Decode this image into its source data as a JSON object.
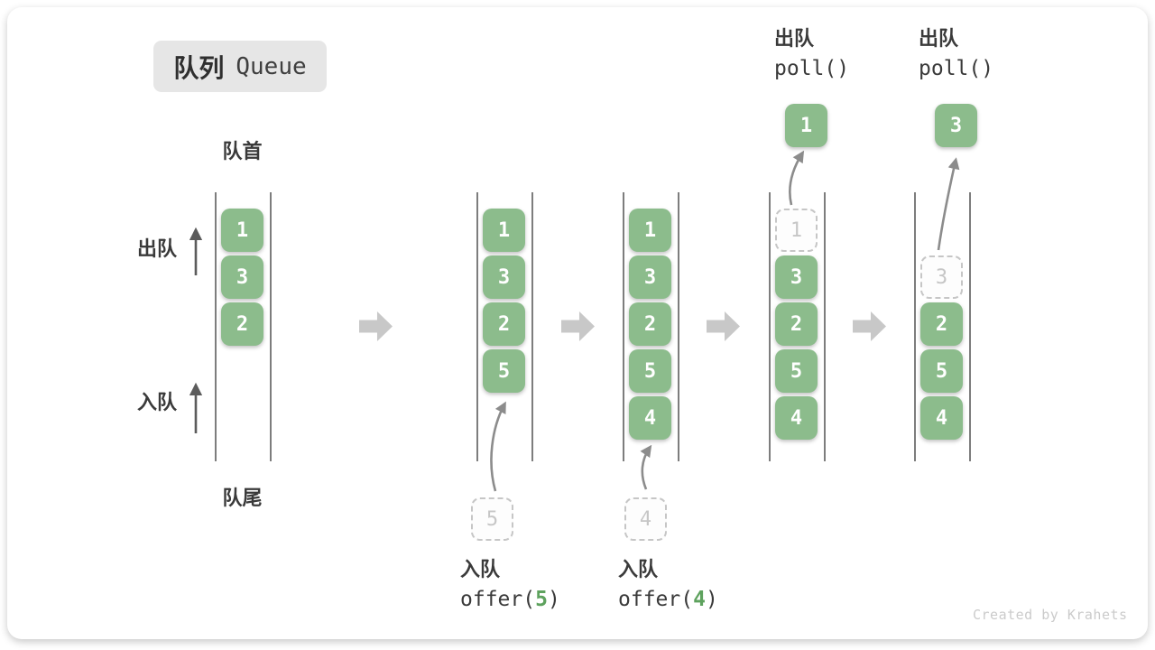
{
  "title": {
    "zh": "队列",
    "en": "Queue"
  },
  "labels": {
    "front": "队首",
    "rear": "队尾",
    "side_dequeue": "出队",
    "side_enqueue": "入队"
  },
  "watermark": "Created by Krahets",
  "colors": {
    "green": "#8cbc8c",
    "box_text": "#ffffff",
    "dash": "#c6c6c6",
    "line": "#7d7d7d",
    "chevron": "#c8c8c8",
    "curve_arrow": "#8c8c8c",
    "side_arrow": "#5c5c5c",
    "ink": "#3a3a3a",
    "codegreen": "#5ea25e",
    "badge": "#e6e6e6",
    "mark": "#cbcbcb"
  },
  "chevron_count": 4,
  "states": [
    {
      "slots": [
        {
          "v": "1",
          "type": "solid"
        },
        {
          "v": "3",
          "type": "solid"
        },
        {
          "v": "2",
          "type": "solid"
        }
      ]
    },
    {
      "slots": [
        {
          "v": "1",
          "type": "solid"
        },
        {
          "v": "3",
          "type": "solid"
        },
        {
          "v": "2",
          "type": "solid"
        },
        {
          "v": "5",
          "type": "solid"
        }
      ],
      "below": {
        "label": "入队",
        "code_pre": "offer(",
        "code_arg": "5",
        "code_post": ")",
        "box_value": "5"
      }
    },
    {
      "slots": [
        {
          "v": "1",
          "type": "solid"
        },
        {
          "v": "3",
          "type": "solid"
        },
        {
          "v": "2",
          "type": "solid"
        },
        {
          "v": "5",
          "type": "solid"
        },
        {
          "v": "4",
          "type": "solid"
        }
      ],
      "below": {
        "label": "入队",
        "code_pre": "offer(",
        "code_arg": "4",
        "code_post": ")",
        "box_value": "4"
      }
    },
    {
      "slots": [
        {
          "v": "1",
          "type": "dashed"
        },
        {
          "v": "3",
          "type": "solid"
        },
        {
          "v": "2",
          "type": "solid"
        },
        {
          "v": "5",
          "type": "solid"
        },
        {
          "v": "4",
          "type": "solid"
        }
      ],
      "above": {
        "label": "出队",
        "code": "poll()",
        "box_value": "1"
      }
    },
    {
      "slots": [
        {
          "type": "empty"
        },
        {
          "v": "3",
          "type": "dashed"
        },
        {
          "v": "2",
          "type": "solid"
        },
        {
          "v": "5",
          "type": "solid"
        },
        {
          "v": "4",
          "type": "solid"
        }
      ],
      "above": {
        "label": "出队",
        "code": "poll()",
        "box_value": "3"
      }
    }
  ]
}
